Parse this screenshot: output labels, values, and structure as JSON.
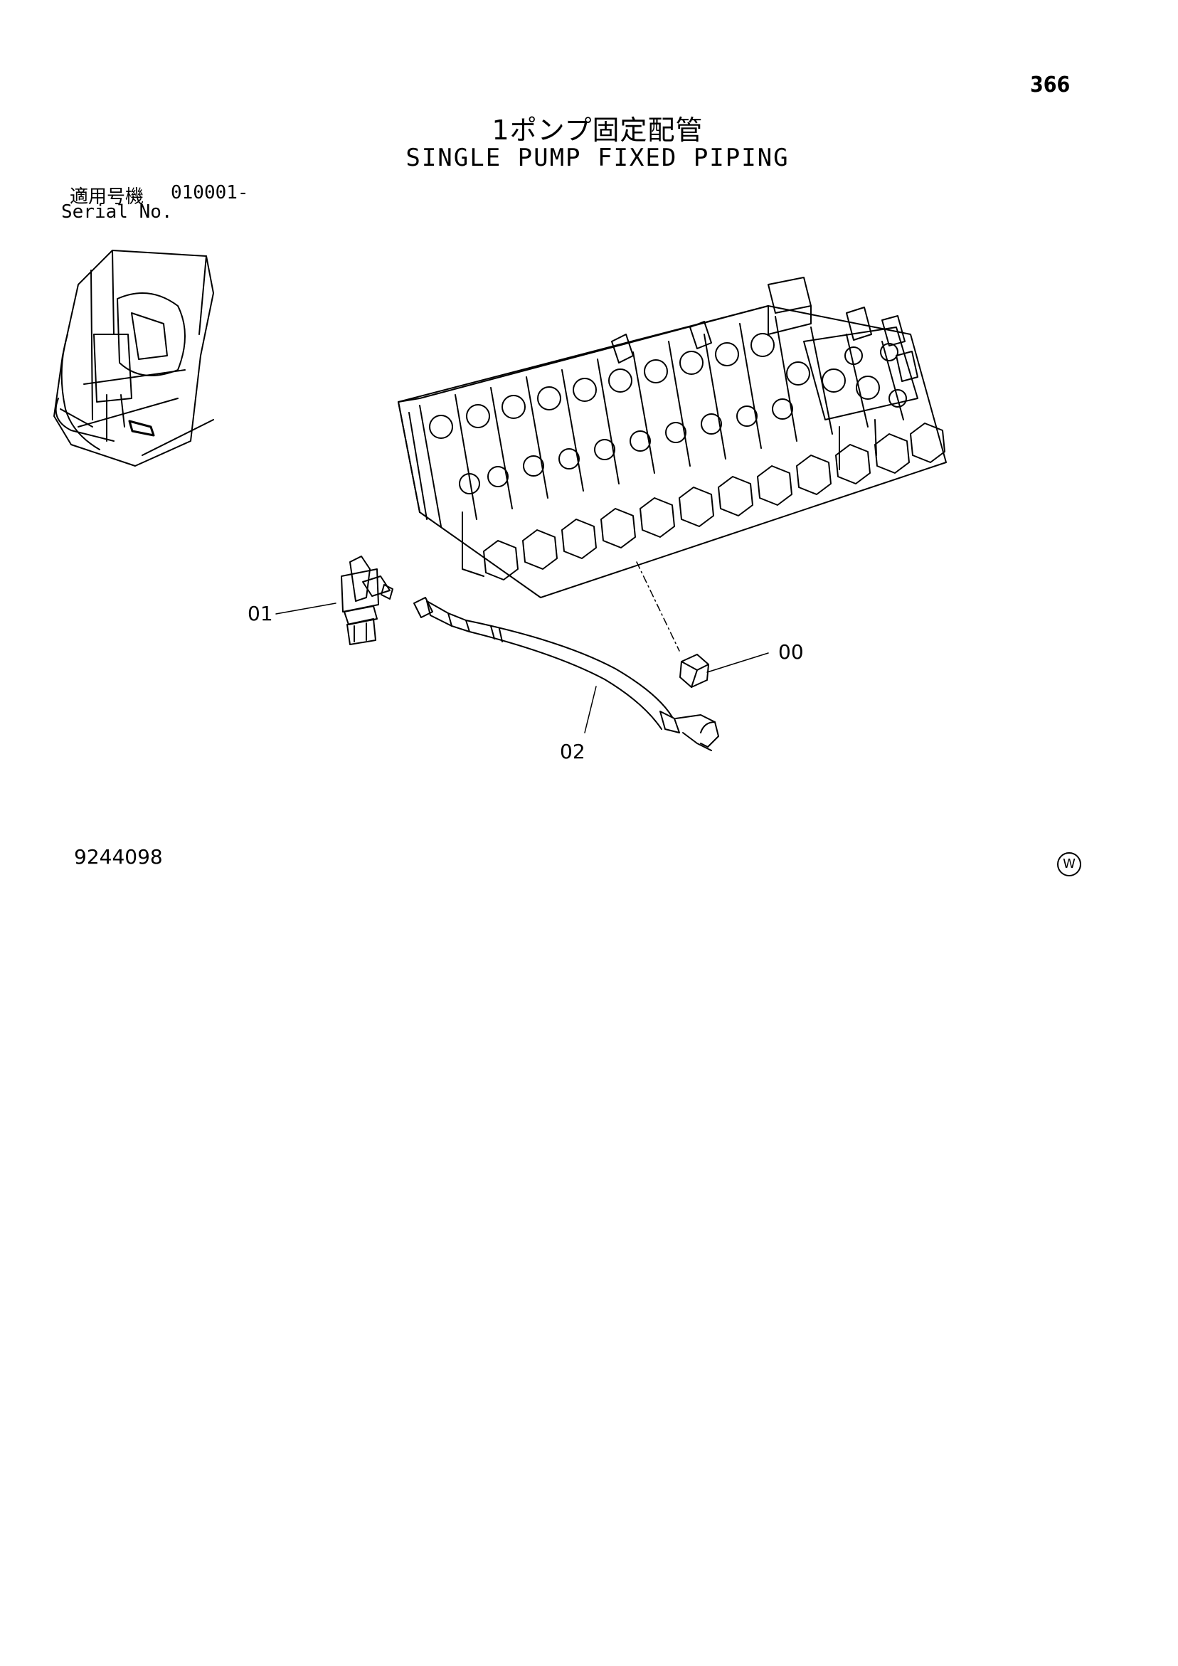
{
  "page_number": "366",
  "title_jp": "1ポンプ固定配管",
  "title_en": "SINGLE PUMP FIXED PIPING",
  "serial": {
    "label_jp": "適用号機",
    "range": "010001-",
    "label_en": "Serial No."
  },
  "callouts": [
    {
      "id": "01"
    },
    {
      "id": "00"
    },
    {
      "id": "02"
    }
  ],
  "doc_number": "9244098",
  "revision_mark": "W"
}
